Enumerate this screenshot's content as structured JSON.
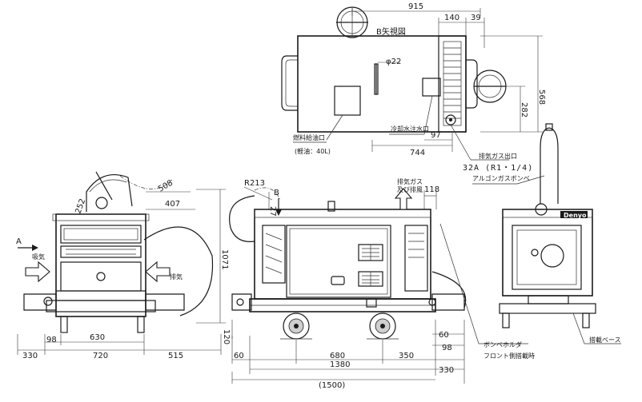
{
  "labels": {
    "b_view": "B矢視図",
    "fuel_inlet": "燃料給油口",
    "fuel_capacity": "(軽油：40L)",
    "coolant_inlet": "冷却水注水口",
    "exhaust_outlet_label": "排気ガス出口",
    "exhaust_size": "32A (R1・1/4)",
    "argon_cylinder": "アルゴンガスボンベ",
    "exhaust_gas_and": "排気ガス",
    "exhaust_air": "及び排風",
    "cylinder_holder": "ボンベホルダ",
    "front_position": "フロント側搭載時",
    "mount_base": "搭載ベース",
    "arrow_a": "A",
    "arrow_b": "B",
    "intake": "吸気",
    "exhaust": "排気",
    "logo": "Denyo"
  },
  "dims": {
    "d915": "915",
    "d140": "140",
    "d39": "39",
    "d22": "φ22",
    "d568": "568",
    "d282": "282",
    "d97": "97",
    "d744": "744",
    "r213": "R213",
    "d27": "27",
    "d118": "118",
    "d508": "508",
    "d407": "407",
    "d252": "252",
    "d1071": "1071",
    "d120": "120",
    "d330a": "330",
    "d98a": "98",
    "d630": "630",
    "d720": "720",
    "d515": "515",
    "d60a": "60",
    "d680": "680",
    "d350": "350",
    "d1380": "1380",
    "d1500": "(1500)",
    "d330b": "330",
    "d60b": "60",
    "d98b": "98"
  },
  "icons": [
    "intake-arrow-icon",
    "exhaust-arrow-icon",
    "view-arrow-a-icon",
    "view-arrow-b-icon",
    "exhaust-up-arrow-icon"
  ]
}
